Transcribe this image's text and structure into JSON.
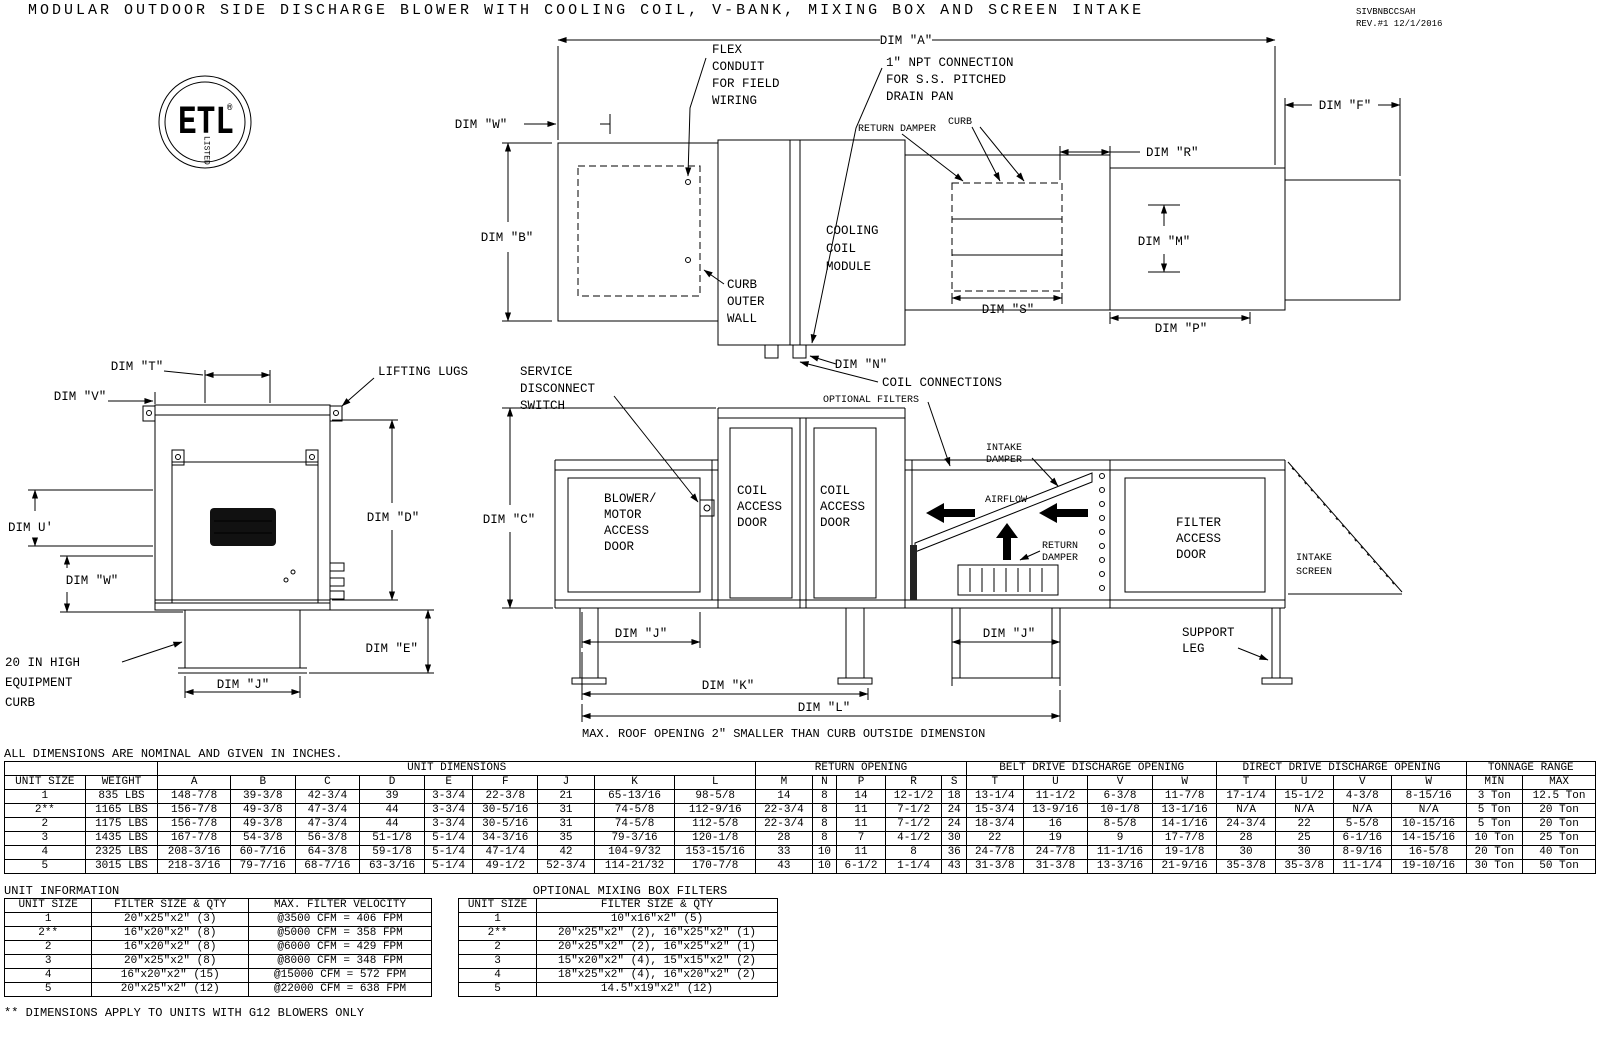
{
  "header": {
    "title": "MODULAR OUTDOOR SIDE DISCHARGE BLOWER WITH COOLING COIL, V-BANK, MIXING BOX AND SCREEN INTAKE",
    "doc_code": "SIVBNBCCSAH",
    "doc_rev": "REV.#1 12/1/2016"
  },
  "logo": {
    "etl": "ETL",
    "listed": "LISTED",
    "reg": "®"
  },
  "drawing": {
    "plan": {
      "dim_a": "DIM \"A\"",
      "dim_w": "DIM \"W\"",
      "dim_b": "DIM \"B\"",
      "dim_f": "DIM \"F\"",
      "dim_r": "DIM \"R\"",
      "dim_m": "DIM \"M\"",
      "dim_s": "DIM \"S\"",
      "dim_p": "DIM \"P\"",
      "dim_n": "DIM \"N\"",
      "flex_conduit": [
        "FLEX",
        "CONDUIT",
        "FOR FIELD",
        "WIRING"
      ],
      "npt_connection": [
        "1\" NPT CONNECTION",
        "FOR S.S. PITCHED",
        "DRAIN PAN"
      ],
      "return_damper": "RETURN DAMPER",
      "curb": "CURB",
      "cooling_coil_module": [
        "COOLING",
        "COIL",
        "MODULE"
      ],
      "curb_outer_wall": [
        "CURB",
        "OUTER",
        "WALL"
      ],
      "coil_connections": "COIL CONNECTIONS"
    },
    "end_view": {
      "dim_t": "DIM \"T\"",
      "dim_v": "DIM \"V\"",
      "lifting_lugs": "LIFTING LUGS",
      "dim_u": "DIM U'",
      "dim_w": "DIM \"W\"",
      "dim_d": "DIM \"D\"",
      "equipment_curb": [
        "20 IN HIGH",
        "EQUIPMENT",
        "CURB"
      ],
      "dim_j": "DIM \"J\"",
      "dim_e": "DIM \"E\""
    },
    "elevation": {
      "service_disconnect": [
        "SERVICE",
        "DISCONNECT",
        "SWITCH"
      ],
      "optional_filters": "OPTIONAL FILTERS",
      "intake_damper": [
        "INTAKE",
        "DAMPER"
      ],
      "dim_c": "DIM \"C\"",
      "blower_door": [
        "BLOWER/",
        "MOTOR",
        "ACCESS",
        "DOOR"
      ],
      "coil_door": [
        "COIL",
        "ACCESS",
        "DOOR"
      ],
      "airflow": "AIRFLOW",
      "return_damper": [
        "RETURN",
        "DAMPER"
      ],
      "filter_door": [
        "FILTER",
        "ACCESS",
        "DOOR"
      ],
      "intake_screen": [
        "INTAKE",
        "SCREEN"
      ],
      "support_leg": [
        "SUPPORT",
        "LEG"
      ],
      "dim_j": "DIM \"J\"",
      "dim_k": "DIM \"K\"",
      "dim_l": "DIM \"L\"",
      "roof_note": "MAX. ROOF OPENING 2\" SMALLER THAN CURB OUTSIDE DIMENSION"
    }
  },
  "notes": {
    "nominal": "ALL DIMENSIONS ARE NOMINAL AND GIVEN IN INCHES.",
    "footnote": "** DIMENSIONS APPLY TO UNITS WITH G12 BLOWERS ONLY"
  },
  "main_table": {
    "group_headers": [
      {
        "label": "",
        "span": 2
      },
      {
        "label": "UNIT DIMENSIONS",
        "span": 9
      },
      {
        "label": "RETURN OPENING",
        "span": 5
      },
      {
        "label": "BELT DRIVE DISCHARGE OPENING",
        "span": 4
      },
      {
        "label": "DIRECT DRIVE DISCHARGE OPENING",
        "span": 4
      },
      {
        "label": "TONNAGE RANGE",
        "span": 2
      }
    ],
    "columns": [
      "UNIT SIZE",
      "WEIGHT",
      "A",
      "B",
      "C",
      "D",
      "E",
      "F",
      "J",
      "K",
      "L",
      "M",
      "N",
      "P",
      "R",
      "S",
      "T",
      "U",
      "V",
      "W",
      "T",
      "U",
      "V",
      "W",
      "MIN",
      "MAX"
    ],
    "rows": [
      [
        "1",
        "835 LBS",
        "148-7/8",
        "39-3/8",
        "42-3/4",
        "39",
        "3-3/4",
        "22-3/8",
        "21",
        "65-13/16",
        "98-5/8",
        "14",
        "8",
        "14",
        "12-1/2",
        "18",
        "13-1/4",
        "11-1/2",
        "6-3/8",
        "11-7/8",
        "17-1/4",
        "15-1/2",
        "4-3/8",
        "8-15/16",
        "3 Ton",
        "12.5 Ton"
      ],
      [
        "2**",
        "1165 LBS",
        "156-7/8",
        "49-3/8",
        "47-3/4",
        "44",
        "3-3/4",
        "30-5/16",
        "31",
        "74-5/8",
        "112-9/16",
        "22-3/4",
        "8",
        "11",
        "7-1/2",
        "24",
        "15-3/4",
        "13-9/16",
        "10-1/8",
        "13-1/16",
        "N/A",
        "N/A",
        "N/A",
        "N/A",
        "5 Ton",
        "20 Ton"
      ],
      [
        "2",
        "1175 LBS",
        "156-7/8",
        "49-3/8",
        "47-3/4",
        "44",
        "3-3/4",
        "30-5/16",
        "31",
        "74-5/8",
        "112-5/8",
        "22-3/4",
        "8",
        "11",
        "7-1/2",
        "24",
        "18-3/4",
        "16",
        "8-5/8",
        "14-1/16",
        "24-3/4",
        "22",
        "5-5/8",
        "10-15/16",
        "5 Ton",
        "20 Ton"
      ],
      [
        "3",
        "1435 LBS",
        "167-7/8",
        "54-3/8",
        "56-3/8",
        "51-1/8",
        "5-1/4",
        "34-3/16",
        "35",
        "79-3/16",
        "120-1/8",
        "28",
        "8",
        "7",
        "4-1/2",
        "30",
        "22",
        "19",
        "9",
        "17-7/8",
        "28",
        "25",
        "6-1/16",
        "14-15/16",
        "10 Ton",
        "25 Ton"
      ],
      [
        "4",
        "2325 LBS",
        "208-3/16",
        "60-7/16",
        "64-3/8",
        "59-1/8",
        "5-1/4",
        "47-1/4",
        "42",
        "104-9/32",
        "153-15/16",
        "33",
        "10",
        "11",
        "8",
        "36",
        "24-7/8",
        "24-7/8",
        "11-1/16",
        "19-1/8",
        "30",
        "30",
        "8-9/16",
        "16-5/8",
        "20 Ton",
        "40 Ton"
      ],
      [
        "5",
        "3015 LBS",
        "218-3/16",
        "79-7/16",
        "68-7/16",
        "63-3/16",
        "5-1/4",
        "49-1/2",
        "52-3/4",
        "114-21/32",
        "170-7/8",
        "43",
        "10",
        "6-1/2",
        "1-1/4",
        "43",
        "31-3/8",
        "31-3/8",
        "13-3/16",
        "21-9/16",
        "35-3/8",
        "35-3/8",
        "11-1/4",
        "19-10/16",
        "30 Ton",
        "50 Ton"
      ]
    ]
  },
  "unit_info_table": {
    "title": "UNIT INFORMATION",
    "columns": [
      "UNIT SIZE",
      "FILTER SIZE & QTY",
      "MAX. FILTER VELOCITY"
    ],
    "rows": [
      [
        "1",
        "20\"x25\"x2\" (3)",
        "@3500 CFM = 406 FPM"
      ],
      [
        "2**",
        "16\"x20\"x2\" (8)",
        "@5000 CFM = 358 FPM"
      ],
      [
        "2",
        "16\"x20\"x2\" (8)",
        "@6000 CFM = 429 FPM"
      ],
      [
        "3",
        "20\"x25\"x2\" (8)",
        "@8000 CFM = 348 FPM"
      ],
      [
        "4",
        "16\"x20\"x2\" (15)",
        "@15000 CFM = 572 FPM"
      ],
      [
        "5",
        "20\"x25\"x2\" (12)",
        "@22000 CFM = 638 FPM"
      ]
    ]
  },
  "mixing_table": {
    "title": "OPTIONAL MIXING BOX FILTERS",
    "columns": [
      "UNIT SIZE",
      "FILTER SIZE & QTY"
    ],
    "rows": [
      [
        "1",
        "10\"x16\"x2\" (5)"
      ],
      [
        "2**",
        "20\"x25\"x2\" (2), 16\"x25\"x2\" (1)"
      ],
      [
        "2",
        "20\"x25\"x2\" (2), 16\"x25\"x2\" (1)"
      ],
      [
        "3",
        "15\"x20\"x2\" (4), 15\"x15\"x2\" (2)"
      ],
      [
        "4",
        "18\"x25\"x2\" (4), 16\"x20\"x2\" (2)"
      ],
      [
        "5",
        "14.5\"x19\"x2\" (12)"
      ]
    ]
  }
}
